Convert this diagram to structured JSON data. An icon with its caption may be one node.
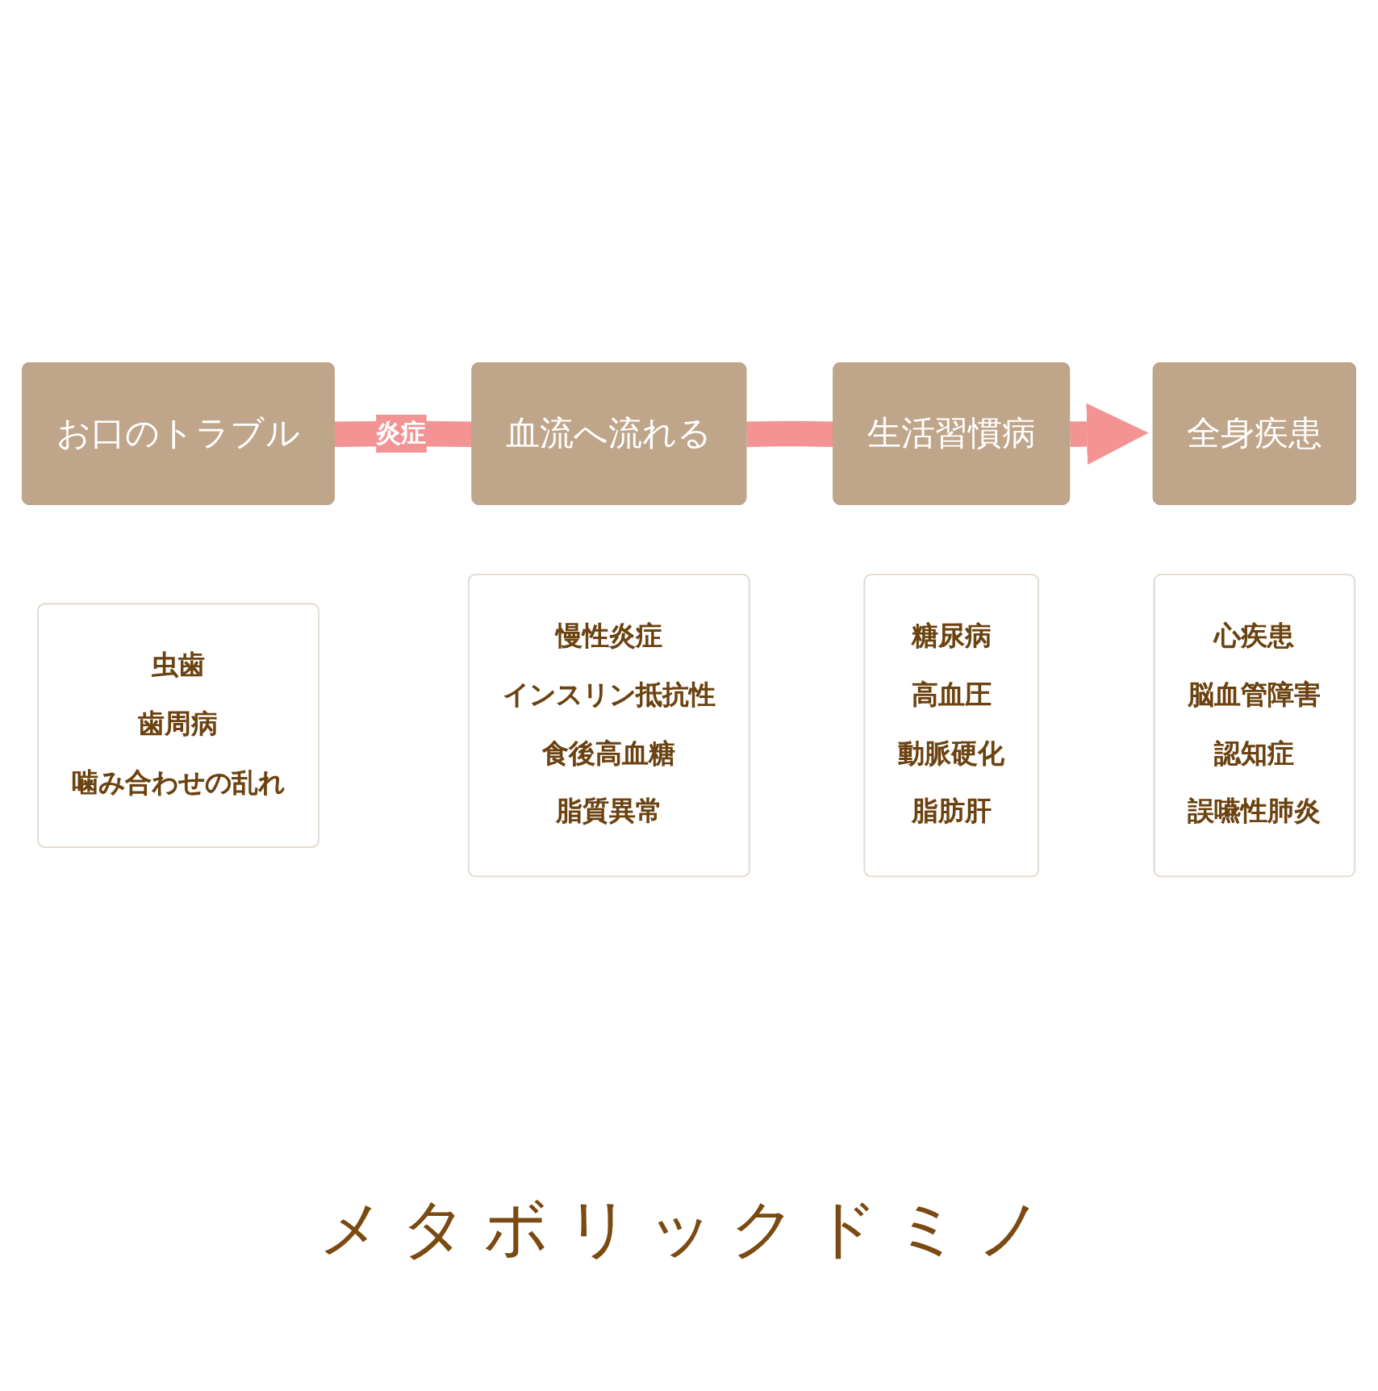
{
  "diagram": {
    "caption": "メタボリックドミノ",
    "nodes": [
      {
        "text": [
          "お口のトラブル"
        ]
      },
      {
        "text": [
          "血流へ流れる"
        ]
      },
      {
        "text": [
          "虫歯",
          "歯周病",
          "噛み合わせの乱れ"
        ]
      },
      {
        "text": [
          "慢性炎症",
          "インスリン抵抗性",
          "食後高血糖",
          "脂質異常"
        ]
      },
      {
        "text": [
          "全身疾患"
        ]
      },
      {
        "text": [
          "生活習慣病"
        ]
      },
      {
        "text": [
          "心疾患",
          "脳血管障害",
          "認知症",
          "誤嚥性肺炎"
        ]
      },
      {
        "text": [
          "糖尿病",
          "高血圧",
          "動脈硬化",
          "脂肪肝"
        ]
      }
    ],
    "edges": [
      {
        "from": 0,
        "to": 1,
        "arrow": "none",
        "label": "炎症"
      },
      {
        "from": 1,
        "to": 5,
        "arrow": "none"
      },
      {
        "from": 5,
        "to": 4,
        "arrow": "to"
      }
    ]
  }
}
